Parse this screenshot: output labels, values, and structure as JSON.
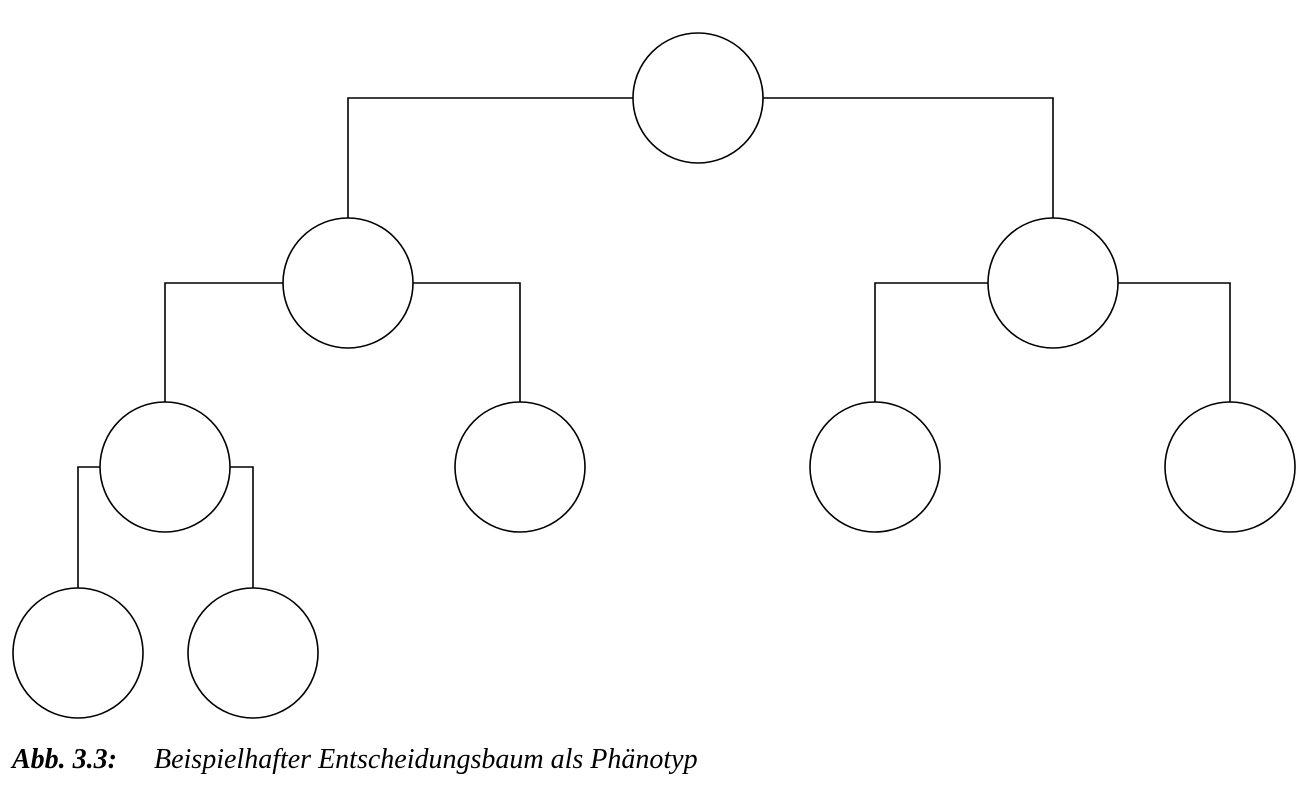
{
  "figure": {
    "caption_label": "Abb. 3.3:",
    "caption_text": "Beispielhafter Entscheidungsbaum als Phänotyp"
  },
  "tree": {
    "nodes": [
      {
        "id": "n1",
        "level": 0,
        "parent": null
      },
      {
        "id": "n2",
        "level": 1,
        "parent": "n1"
      },
      {
        "id": "n3",
        "level": 1,
        "parent": "n1"
      },
      {
        "id": "n4",
        "level": 2,
        "parent": "n2"
      },
      {
        "id": "n5",
        "level": 2,
        "parent": "n2"
      },
      {
        "id": "n6",
        "level": 2,
        "parent": "n3"
      },
      {
        "id": "n7",
        "level": 2,
        "parent": "n3"
      },
      {
        "id": "n8",
        "level": 3,
        "parent": "n4"
      },
      {
        "id": "n9",
        "level": 3,
        "parent": "n4"
      }
    ],
    "colors": {
      "stroke": "#000000",
      "fill": "#ffffff"
    }
  }
}
